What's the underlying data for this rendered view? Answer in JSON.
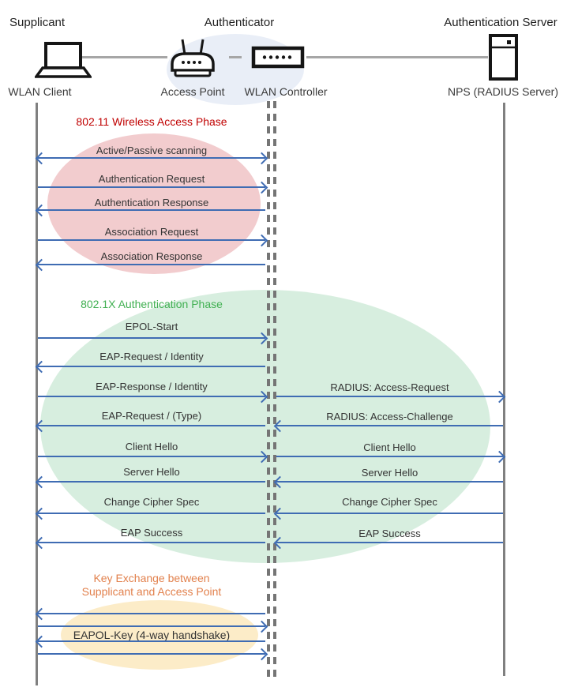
{
  "header": {
    "supplicant_role": "Supplicant",
    "authenticator_role": "Authenticator",
    "auth_server_role": "Authentication Server",
    "supplicant_device": "WLAN Client",
    "access_point_device": "Access Point",
    "controller_device": "WLAN Controller",
    "server_device": "NPS (RADIUS Server)"
  },
  "icons": {
    "supplicant": "laptop-icon",
    "access_point": "wireless-router-icon",
    "controller": "wlan-controller-icon",
    "server": "server-icon"
  },
  "phases": {
    "wireless_access": {
      "title": "802.11 Wireless Access Phase",
      "color": "#C00000",
      "fill": "#F2CCCE"
    },
    "authentication": {
      "title": "802.1X Authentication Phase",
      "color": "#41B052",
      "fill": "#D7EEDF"
    },
    "key_exchange": {
      "lines": [
        "Key Exchange between",
        "Supplicant and Access Point"
      ],
      "color": "#E2814D",
      "fill": "#FCECC8"
    }
  },
  "messages": {
    "supplicant_to_controller": [
      {
        "label": "Active/Passive scanning",
        "direction": "both"
      },
      {
        "label": "Authentication Request",
        "direction": "right"
      },
      {
        "label": "Authentication Response",
        "direction": "left"
      },
      {
        "label": "Association Request",
        "direction": "right"
      },
      {
        "label": "Association Response",
        "direction": "left"
      },
      {
        "label": "EPOL-Start",
        "direction": "right"
      },
      {
        "label": "EAP-Request / Identity",
        "direction": "left"
      },
      {
        "label": "EAP-Response / Identity",
        "direction": "right"
      },
      {
        "label": "EAP-Request / (Type)",
        "direction": "left"
      },
      {
        "label": "Client Hello",
        "direction": "right"
      },
      {
        "label": "Server Hello",
        "direction": "left"
      },
      {
        "label": "Change Cipher Spec",
        "direction": "left"
      },
      {
        "label": "EAP Success",
        "direction": "left"
      }
    ],
    "controller_to_server": [
      {
        "label": "RADIUS: Access-Request",
        "direction": "right"
      },
      {
        "label": "RADIUS: Access-Challenge",
        "direction": "left"
      },
      {
        "label": "Client Hello",
        "direction": "right"
      },
      {
        "label": "Server Hello",
        "direction": "left"
      },
      {
        "label": "Change Cipher Spec",
        "direction": "left"
      },
      {
        "label": "EAP Success",
        "direction": "left"
      }
    ],
    "key_exchange": [
      {
        "direction": "left"
      },
      {
        "direction": "right"
      },
      {
        "label": "EAPOL-Key (4-way handshake)",
        "direction": "left"
      },
      {
        "direction": "right"
      }
    ]
  },
  "colors": {
    "arrow": "#3F6CB3",
    "lifeline": "#808080",
    "connector": "#A6A6A6",
    "message_text": "#333333",
    "authenticator_group_fill": "#E9EEF7"
  }
}
